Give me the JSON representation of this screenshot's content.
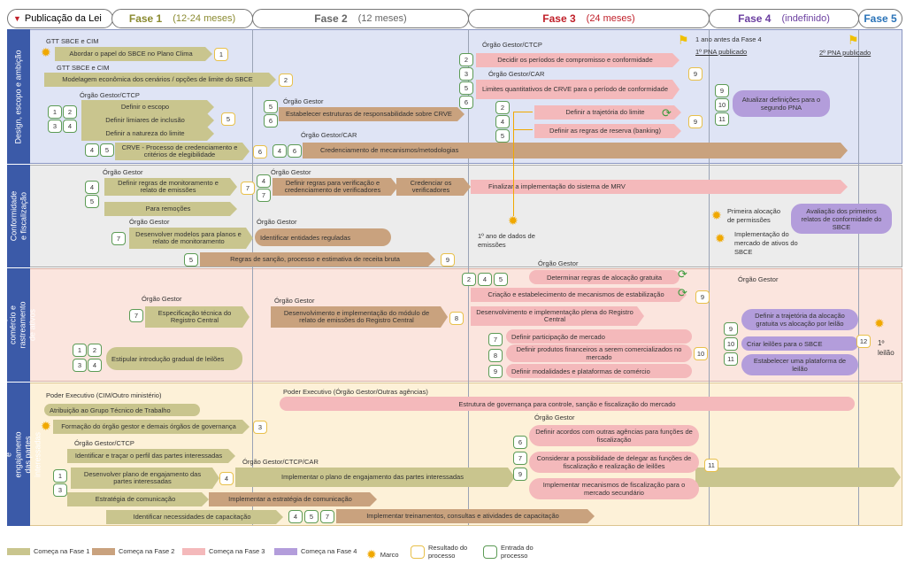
{
  "header": {
    "pub": "Publicação da Lei",
    "phases": [
      {
        "name": "Fase 1",
        "dur": "(12-24 meses)",
        "color": "#8a8a30"
      },
      {
        "name": "Fase 2",
        "dur": "(12 meses)",
        "color": "#666"
      },
      {
        "name": "Fase 3",
        "dur": "(24 meses)",
        "color": "#c0202a"
      },
      {
        "name": "Fase 4",
        "dur": "(indefinido)",
        "color": "#6b3fa0"
      },
      {
        "name": "Fase 5",
        "dur": "",
        "color": "#2a73b8"
      }
    ]
  },
  "lanes": [
    {
      "title": "Design, escopo e ambição",
      "bg": "#dfe4f5",
      "hd": "#3b5aa8"
    },
    {
      "title": "Conformidade e fiscalização",
      "bg": "#ececec",
      "hd": "#3b5aa8"
    },
    {
      "title": "Alocação, comércio e rastreamento de ativos",
      "bg": "#fbe5de",
      "hd": "#3b5aa8"
    },
    {
      "title": "Governança e engajamento das partes interessadas",
      "bg": "#fdf1d8",
      "hd": "#3b5aa8"
    }
  ],
  "labels": {
    "gtt1": "GTT SBCE e CIM",
    "gtt2": "GTT SBCE e CIM",
    "og_ctcp1": "Órgão Gestor/CTCP",
    "og1": "Órgão Gestor",
    "og_car1": "Órgão Gestor/CAR",
    "og_ctcp3": "Órgão Gestor/CTCP",
    "og_car3": "Órgão Gestor/CAR",
    "og_c1": "Órgão Gestor",
    "og_c2": "Órgão Gestor",
    "og_c3": "Órgão Gestor",
    "og_c4": "Órgão Gestor",
    "og_c5": "Órgão Gestor",
    "og_a1": "Órgão Gestor",
    "og_a2": "Órgão Gestor",
    "og_a3": "Órgão Gestor",
    "pe1": "Poder Executivo (CIM/Outro ministério)",
    "pe2": "Poder Executivo (Órgão Gestor/Outras agências)",
    "og_ctcp_g": "Órgão Gestor/CTCP",
    "og_ctcp_car_g": "Órgão Gestor/CTCP/CAR",
    "og_g": "Órgão Gestor",
    "ano_antes": "1 ano antes da Fase 4",
    "pna1": "1º PNA publicado",
    "pna2": "2º PNA publicado",
    "ano1_dados": "1º ano de dados de emissões",
    "primeira_aloc": "Primeira alocação de permissões",
    "impl_mercado": "Implementação do mercado de ativos do SBCE",
    "leilao1": "1º leilão"
  },
  "bars": {
    "b_abordar": "Abordar o papel do SBCE no Plano Clima",
    "b_modelagem": "Modelagem econômica dos cenários / opções de limite do SBCE",
    "b_escopo": "Definir o escopo",
    "b_limiares": "Definir limiares de inclusão",
    "b_natureza": "Definir a natureza do limite",
    "b_crve": "CRVE - Processo de credenciamento e critérios de elegibilidade",
    "b_estruturas": "Estabelecer estruturas de responsabilidade sobre CRVE",
    "b_credenc": "Credenciamento de mecanismos/metodologias",
    "b_periodos": "Decidir os períodos de compromisso e conformidade",
    "b_limites": "Limites quantitativos de CRVE para o período de conformidade",
    "b_trajetoria": "Definir a trajetória do limite",
    "b_reserva": "Definir as regras de reserva (banking)",
    "b_atualizar": "Atualizar definições para o segundo PNA",
    "c_monit": "Definir regras de monitoramento e relato de emissões",
    "c_remocoes": "Para remoções",
    "c_verif": "Definir regras para verificação e credenciamento de verificadores",
    "c_credverif": "Credenciar os verificadores",
    "c_mrv": "Finalizar a implementação do sistema de MRV",
    "c_modelos": "Desenvolver modelos para planos e relato de monitoramento",
    "c_entidades": "Identificar entidades reguladas",
    "c_sancao": "Regras de sanção, processo e estimativa de receita bruta",
    "c_avaliacao": "Avaliação dos primeiros relatos de conformidade do SBCE",
    "a_especif": "Especificação técnica do Registro Central",
    "a_modulo": "Desenvolvimento e implementação do módulo de relato de emissões do Registro Central",
    "a_gratuita": "Determinar regras de alocação gratuita",
    "a_estab": "Criação e estabelecimento de mecanismos de estabilização",
    "a_plena": "Desenvolvimento e implementação plena do Registro Central",
    "a_particip": "Definir participação de mercado",
    "a_produtos": "Definir produtos financeiros a serem comercializados no mercado",
    "a_modal": "Definir modalidades e plataformas de comércio",
    "a_introd": "Estipular introdução gradual de leilões",
    "a_traj": "Definir a trajetória da alocação gratuita vs alocação por leilão",
    "a_leiloes": "Criar leilões para o SBCE",
    "a_plataf": "Estabelecer uma plataforma de leilão",
    "g_atrib": "Atribuição ao Grupo Técnico de Trabalho",
    "g_formacao": "Formação do órgão gestor e demais órgãos de governança",
    "g_estrutura": "Estrutura de governança para controle, sanção e fiscalização do mercado",
    "g_perfil": "Identificar e traçar o perfil das partes interessadas",
    "g_desenv": "Desenvolver plano de engajamento das partes interessadas",
    "g_implplano": "Implementar o plano de engajamento das partes interessadas",
    "g_comunic": "Estratégia de comunicação",
    "g_implcom": "Implementar a estratégia de comunicação",
    "g_necess": "Identificar necessidades de capacitação",
    "g_trein": "Implementar treinamentos, consultas e atividades de capacitação",
    "g_acordos": "Definir acordos com outras agências para funções de fiscalização",
    "g_delegar": "Considerar a possibilidade de delegar as funções de fiscalização e realização de leilões",
    "g_mecfisc": "Implementar mecanismos de fiscalização para o mercado secundário"
  },
  "legend": {
    "f1": "Começa na Fase 1",
    "f2": "Começa na Fase 2",
    "f3": "Começa na Fase 3",
    "f4": "Começa na Fase 4",
    "marco": "Marco",
    "resultado": "Resultado do processo",
    "entrada": "Entrada do processo"
  }
}
